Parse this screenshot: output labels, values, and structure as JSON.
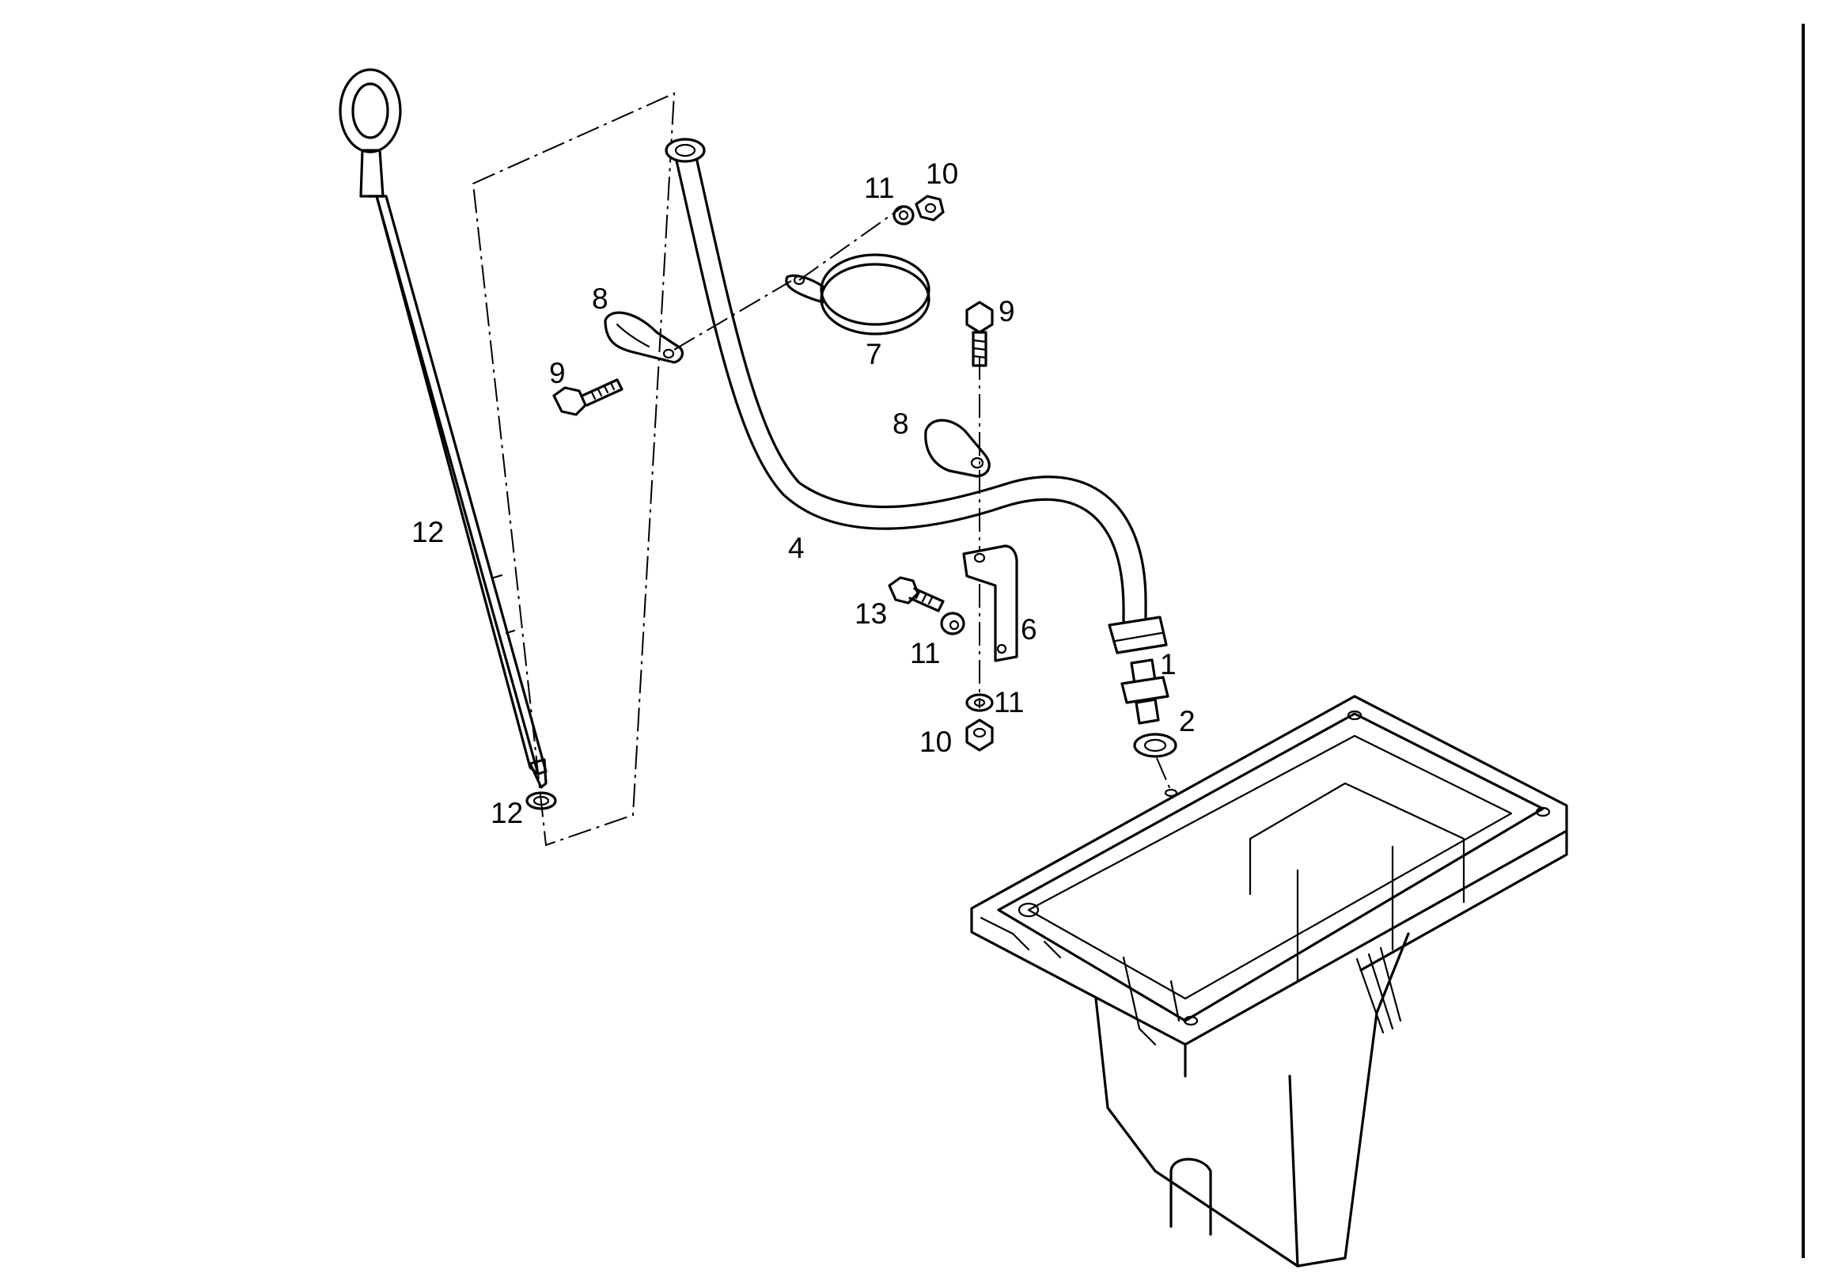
{
  "callouts": {
    "dipstick": "12",
    "dipstick_seal": "12",
    "guide_tube": "4",
    "sump_union": "1",
    "sump_washer": "2",
    "tube_bracket": "6",
    "band_clamp": "7",
    "clip_upper": "8",
    "clip_lower": "8",
    "bolt_upper": "9",
    "bolt_lower": "9",
    "nut_upper": "10",
    "nut_lower": "10",
    "washer_upper": "11",
    "washer_mid": "11",
    "washer_lower": "11",
    "bracket_bolt": "13"
  },
  "colors": {
    "ink": "#000000",
    "paper": "#ffffff"
  }
}
